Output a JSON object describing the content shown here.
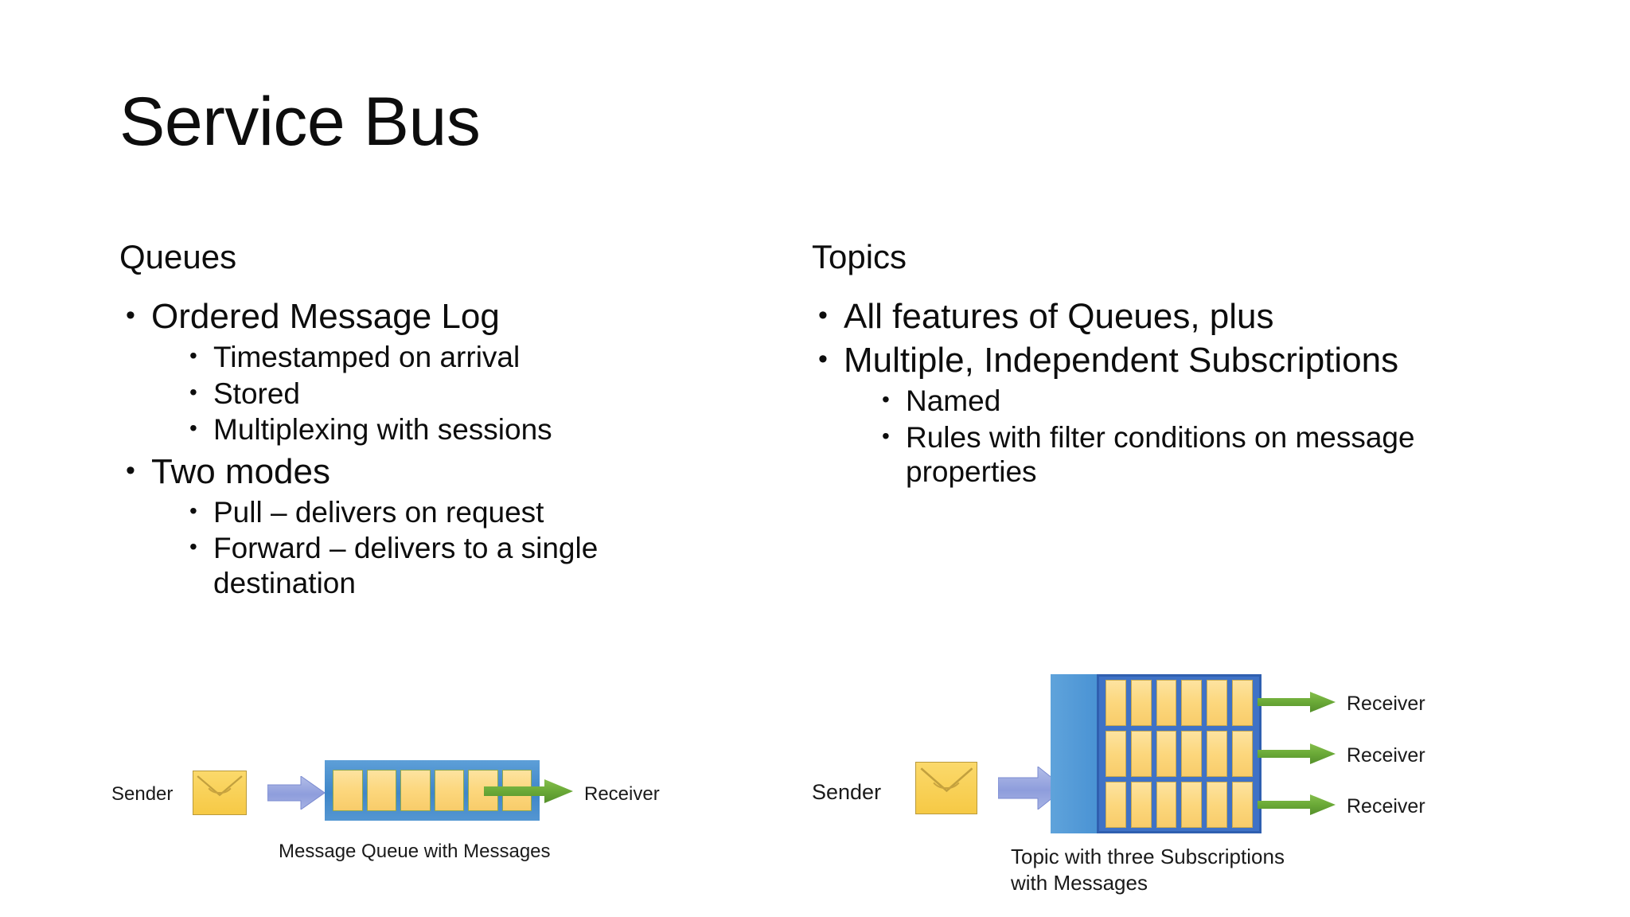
{
  "slide": {
    "title": "Service Bus"
  },
  "columns": {
    "left": {
      "heading": "Queues",
      "bullets": [
        {
          "text": "Ordered Message Log",
          "sub": [
            "Timestamped on arrival",
            "Stored",
            "Multiplexing with sessions"
          ]
        },
        {
          "text": "Two modes",
          "sub": [
            "Pull – delivers on request",
            "Forward – delivers to a single destination"
          ]
        }
      ]
    },
    "right": {
      "heading": "Topics",
      "bullets": [
        {
          "text": "All features of Queues, plus",
          "sub": []
        },
        {
          "text": "Multiple, Independent Subscriptions",
          "sub": [
            "Named",
            "Rules with filter conditions on message properties"
          ]
        }
      ]
    }
  },
  "queue_diagram": {
    "sender_label": "Sender",
    "receiver_label": "Receiver",
    "caption": "Message Queue with Messages",
    "message_count": 6,
    "colors": {
      "queue_fill": "#4a93d4",
      "message_fill": "#fcd77d",
      "in_arrow": "#8d9ddb",
      "out_arrow": "#6aa937",
      "envelope": "#f6c945"
    }
  },
  "topic_diagram": {
    "sender_label": "Sender",
    "receiver_labels": [
      "Receiver",
      "Receiver",
      "Receiver"
    ],
    "caption_line1": "Topic with three Subscriptions",
    "caption_line2": "with Messages",
    "subscription_count": 3,
    "messages_per_subscription": 6,
    "colors": {
      "topic_fill": "#4a93d4",
      "subscription_fill": "#3f72c6",
      "message_fill": "#fcd77d",
      "in_arrow": "#8d9ddb",
      "out_arrow": "#6aa937",
      "envelope": "#f6c945"
    }
  }
}
